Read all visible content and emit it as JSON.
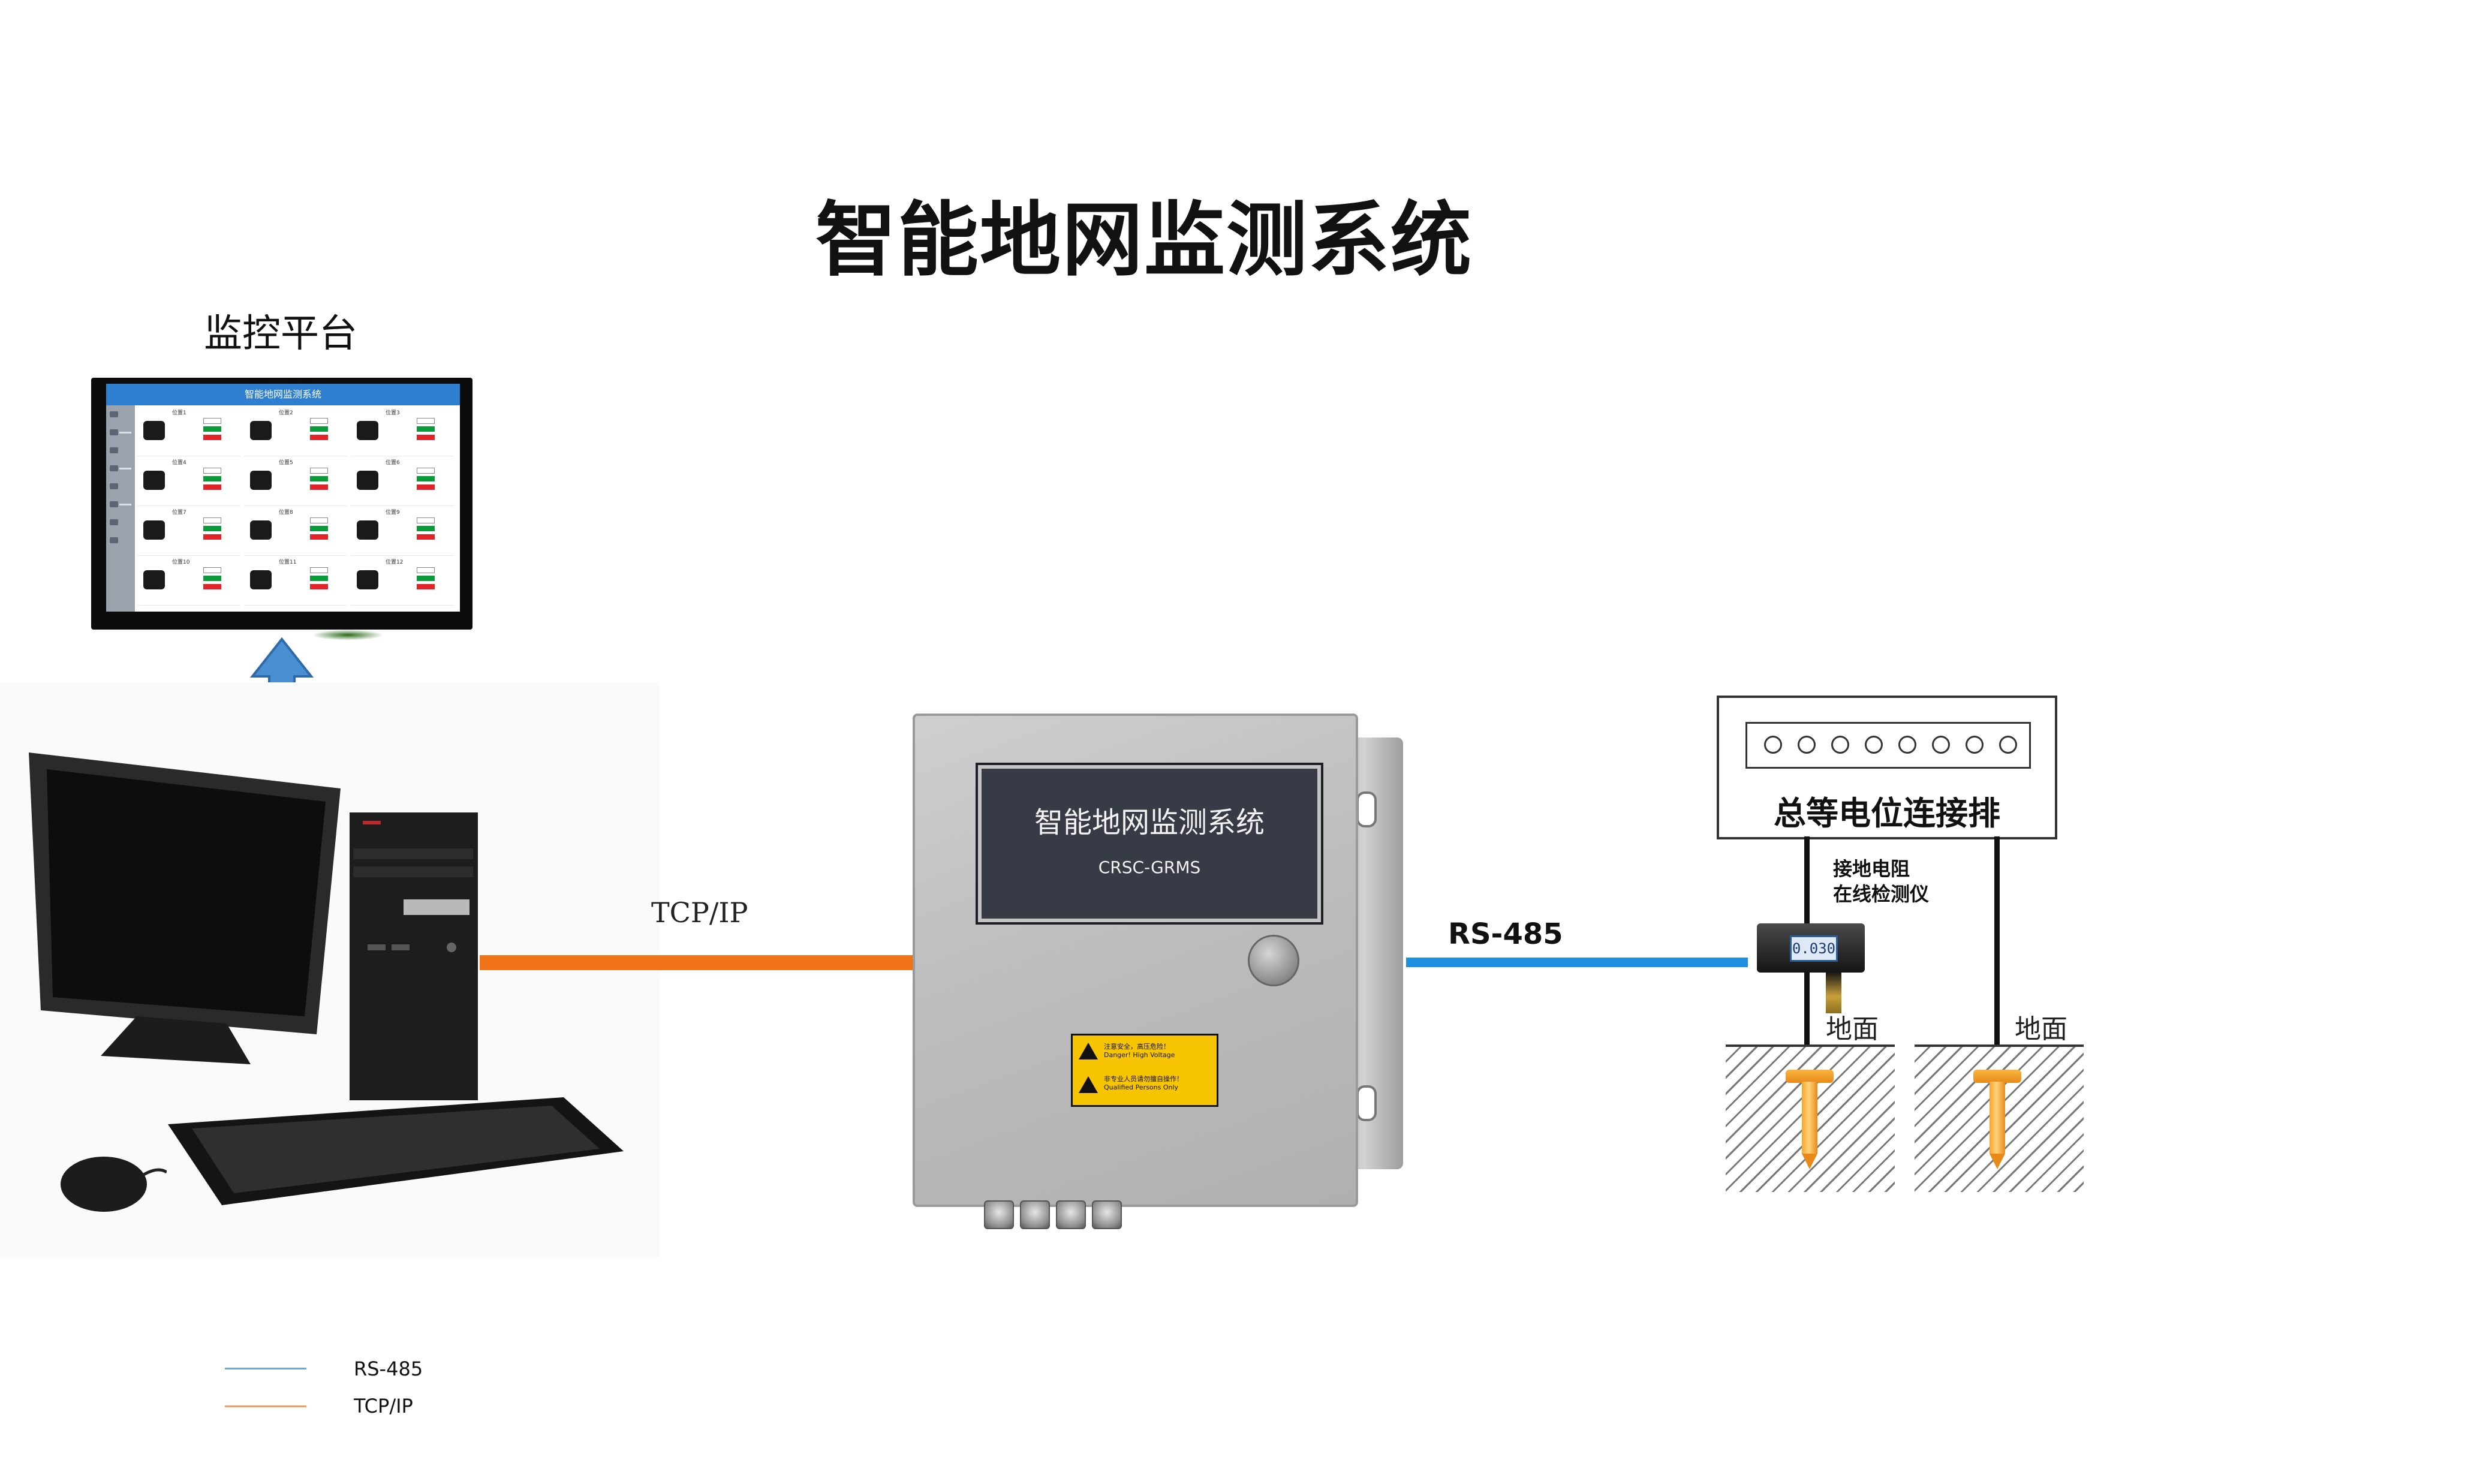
{
  "title": "智能地网监测系统",
  "platform": {
    "label": "监控平台",
    "screen_title": "智能地网监测系统",
    "cells": [
      "位置1",
      "位置2",
      "位置3",
      "位置4",
      "位置5",
      "位置6",
      "位置7",
      "位置8",
      "位置9",
      "位置10",
      "位置11",
      "位置12"
    ]
  },
  "links": {
    "tcp_label": "TCP/IP",
    "rs_label": "RS-485"
  },
  "control_box": {
    "name": "智能地网监测系统",
    "model": "CRSC-GRMS",
    "warning": [
      "注意安全，高压危险！",
      "Danger! High Voltage",
      "非专业人员请勿擅自操作！",
      "Qualified Persons Only"
    ]
  },
  "grounding": {
    "bus_label": "总等电位连接排",
    "tester_label_1": "接地电阻",
    "tester_label_2": "在线检测仪",
    "tester_reading": "0.030",
    "ground_1": "地面",
    "ground_2": "地面"
  },
  "legend": [
    {
      "label": "RS-485",
      "color": "#6aa8dc"
    },
    {
      "label": "TCP/IP",
      "color": "#f0a060"
    }
  ],
  "colors": {
    "tcp_line": "#f07318",
    "rs_line": "#1e8fe0",
    "arrow": "#4a8fd1"
  }
}
